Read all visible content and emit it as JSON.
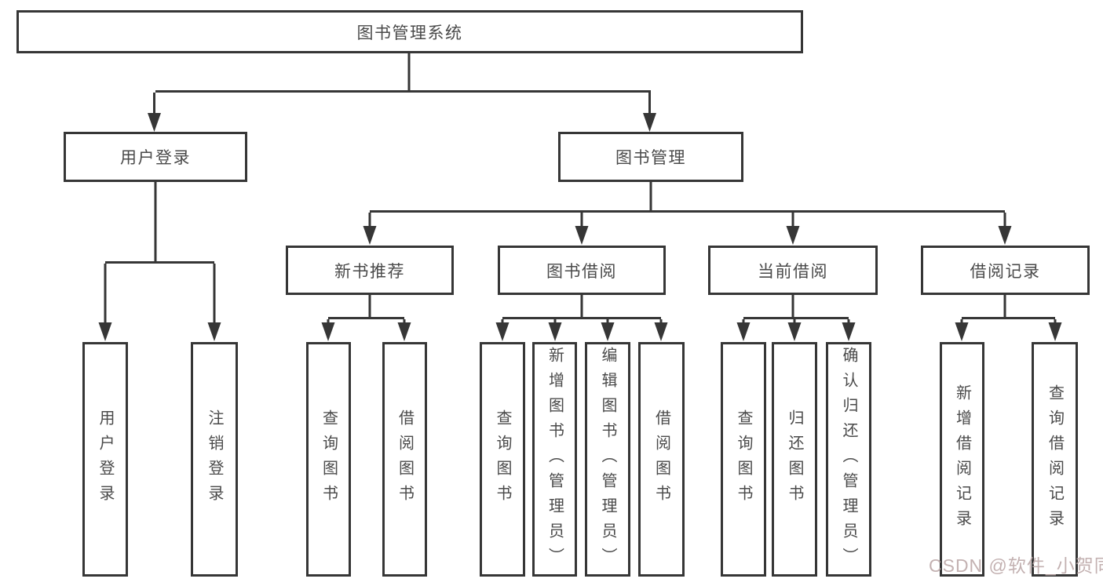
{
  "tree": {
    "root": {
      "label": "图书管理系统"
    },
    "branches": [
      {
        "label": "用户登录",
        "children": [
          {
            "label": "用户登录"
          },
          {
            "label": "注销登录"
          }
        ]
      },
      {
        "label": "图书管理",
        "children": [
          {
            "label": "新书推荐",
            "children": [
              {
                "label": "查询图书"
              },
              {
                "label": "借阅图书"
              }
            ]
          },
          {
            "label": "图书借阅",
            "children": [
              {
                "label": "查询图书"
              },
              {
                "label": "新增图书（管理员）"
              },
              {
                "label": "编辑图书（管理员）"
              },
              {
                "label": "借阅图书"
              }
            ]
          },
          {
            "label": "当前借阅",
            "children": [
              {
                "label": "查询图书"
              },
              {
                "label": "归还图书"
              },
              {
                "label": "确认归还（管理员）"
              }
            ]
          },
          {
            "label": "借阅记录",
            "children": [
              {
                "label": "新增借阅记录"
              },
              {
                "label": "查询借阅记录"
              }
            ]
          }
        ]
      }
    ]
  },
  "watermark": {
    "text": "CSDN @软件_小贺同学",
    "color": "#bda9a9"
  },
  "colors": {
    "line": "#363636",
    "box_border": "#363636",
    "text": "#4a4a4a",
    "background": "#ffffff"
  }
}
